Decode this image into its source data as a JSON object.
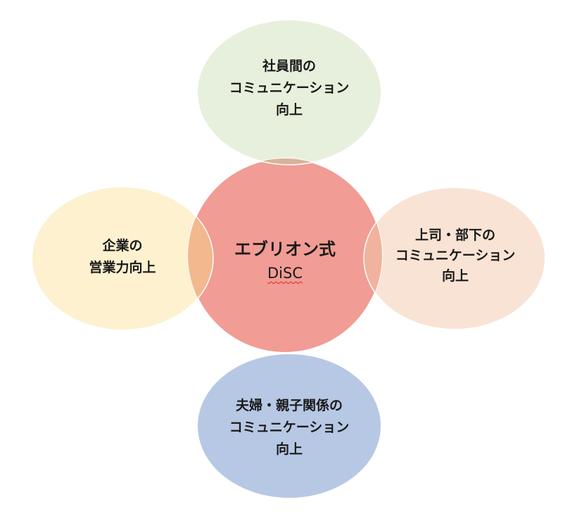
{
  "center": {
    "line1": "エブリオン式",
    "line2": "DiSC"
  },
  "top": {
    "line1": "社員間の",
    "line2": "コミュニケーション",
    "line3": "向上"
  },
  "left": {
    "line1": "企業の",
    "line2": "営業力向上"
  },
  "right": {
    "line1": "上司・部下の",
    "line2": "コミュニケーション",
    "line3": "向上"
  },
  "bottom": {
    "line1": "夫婦・親子関係の",
    "line2": "コミュニケーション",
    "line3": "向上"
  },
  "colors": {
    "center": "#f19c94",
    "top": "#e7f0dc",
    "left": "#fdf1cf",
    "right": "#f9e3d4",
    "bottom": "#b7c8e4",
    "overlap_top": "#d8b39a",
    "overlap_left": "#f3b88e",
    "overlap_right": "#f1b29e",
    "overlap_bottom": "#a894b1"
  }
}
